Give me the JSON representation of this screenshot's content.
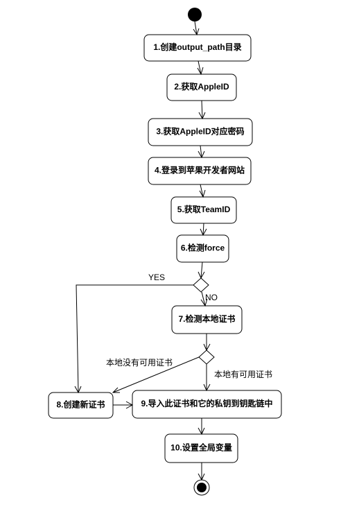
{
  "nodes": [
    {
      "id": "n1",
      "label": "1.创建output_path目录"
    },
    {
      "id": "n2",
      "label": "2.获取AppleID"
    },
    {
      "id": "n3",
      "label": "3.获取AppleID对应密码"
    },
    {
      "id": "n4",
      "label": "4.登录到苹果开发者网站"
    },
    {
      "id": "n5",
      "label": "5.获取TeamID"
    },
    {
      "id": "n6",
      "label": "6.检测force"
    },
    {
      "id": "n7",
      "label": "7.检测本地证书"
    },
    {
      "id": "n8",
      "label": "8.创建新证书"
    },
    {
      "id": "n9",
      "label": "9.导入此证书和它的私钥到钥匙链中"
    },
    {
      "id": "n10",
      "label": "10.设置全局变量"
    }
  ],
  "edge_labels": {
    "yes": "YES",
    "no": "NO",
    "no_cert": "本地没有可用证书",
    "has_cert": "本地有可用证书"
  }
}
